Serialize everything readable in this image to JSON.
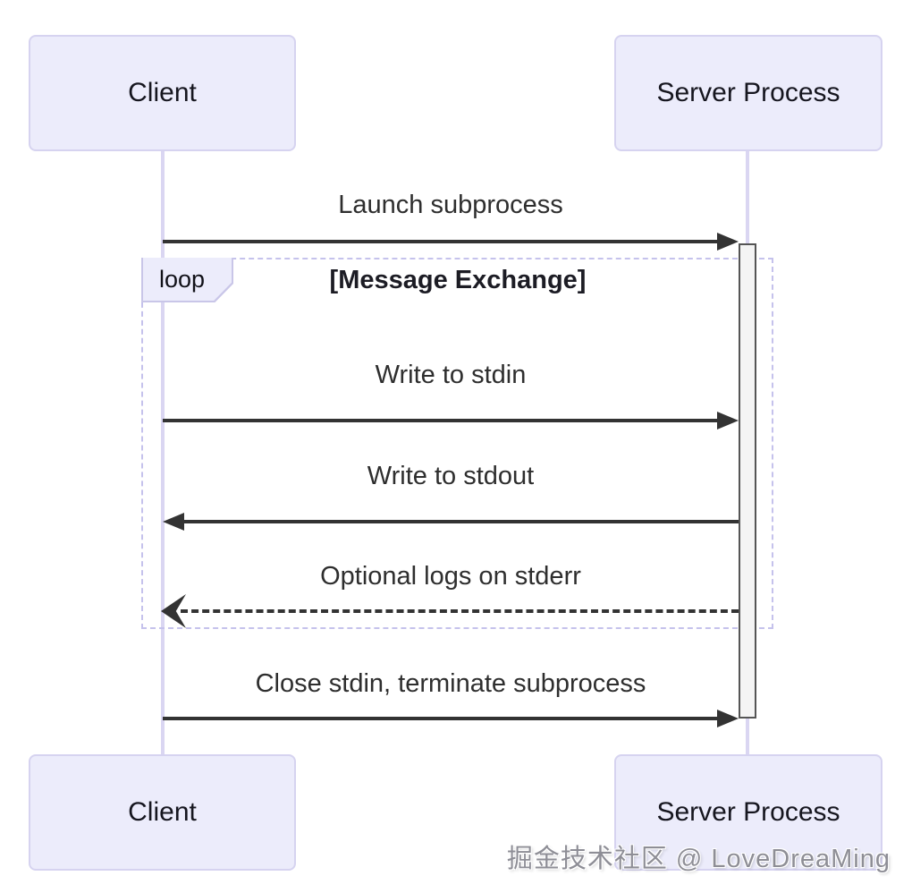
{
  "diagram_type": "sequence-diagram",
  "actors": [
    {
      "id": "client",
      "label": "Client"
    },
    {
      "id": "server",
      "label": "Server Process"
    }
  ],
  "loop": {
    "label": "loop",
    "title": "[Message Exchange]"
  },
  "messages": [
    {
      "label": "Launch subprocess",
      "from": "Client",
      "to": "Server Process",
      "line": "solid",
      "direction": "right",
      "in_loop": false
    },
    {
      "label": "Write to stdin",
      "from": "Client",
      "to": "Server Process",
      "line": "solid",
      "direction": "right",
      "in_loop": true
    },
    {
      "label": "Write to stdout",
      "from": "Server Process",
      "to": "Client",
      "line": "solid",
      "direction": "left",
      "in_loop": true
    },
    {
      "label": "Optional logs on stderr",
      "from": "Server Process",
      "to": "Client",
      "line": "dashed",
      "direction": "left",
      "in_loop": true
    },
    {
      "label": "Close stdin, terminate subprocess",
      "from": "Client",
      "to": "Server Process",
      "line": "solid",
      "direction": "right",
      "in_loop": false
    }
  ],
  "watermark": "掘金技术社区 @ LoveDreaMing",
  "colors": {
    "actor_fill": "#ECECFB",
    "actor_border": "#D6D3F0",
    "lifeline": "#DAD6F2",
    "loop_border": "#C5C2EC",
    "arrow": "#333333",
    "activation_fill": "#F4F4F4",
    "activation_border": "#555555",
    "message_text": "#2E2E2E",
    "watermark_text": "#8E8E96"
  }
}
